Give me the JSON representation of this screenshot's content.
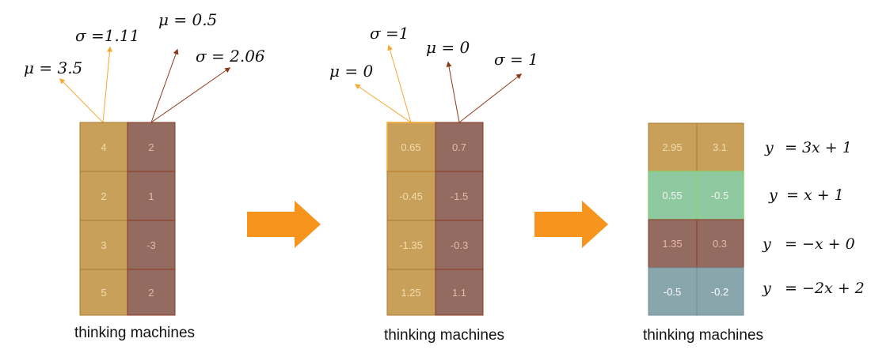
{
  "colors": {
    "tan": "#c9a05a",
    "tan_border": "#a8782e",
    "brown": "#936b60",
    "brown_border": "#8c3a20",
    "green": "#8fc9a0",
    "green_border": "#88d07a",
    "slate": "#8aa6ad",
    "slate_border": "#6d8e96",
    "arrow": "#f7941d",
    "orange_line": "#f7a832",
    "brown_line": "#8c3a1a",
    "cell_text_tan": "#f2dcb0",
    "cell_text_brown": "#e8b9a6",
    "cell_text_green": "#f2f2f2",
    "cell_text_slate": "#ffffff"
  },
  "panel1": {
    "labels": {
      "mu_left": "μ = 3.5",
      "sigma_left": "σ =1.11",
      "mu_right": "μ = 0.5",
      "sigma_right": "σ = 2.06"
    },
    "col_a": [
      "4",
      "2",
      "3",
      "5"
    ],
    "col_b": [
      "2",
      "1",
      "-3",
      "2"
    ],
    "caption": "thinking machines"
  },
  "panel2": {
    "labels": {
      "mu_left": "μ = 0",
      "sigma_left": "σ =1",
      "mu_right": "μ = 0",
      "sigma_right": "σ = 1"
    },
    "col_a": [
      "0.65",
      "-0.45",
      "-1.35",
      "1.25"
    ],
    "col_b": [
      "0.7",
      "-1.5",
      "-0.3",
      "1.1"
    ],
    "caption": "thinking machines"
  },
  "panel3": {
    "rows": [
      {
        "a": "2.95",
        "b": "3.1",
        "eq_lhs": "y",
        "eq_rhs": "= 3x + 1",
        "color": "tan"
      },
      {
        "a": "0.55",
        "b": "-0.5",
        "eq_lhs": "y",
        "eq_rhs": "= x + 1",
        "color": "green"
      },
      {
        "a": "1.35",
        "b": "0.3",
        "eq_lhs": "y",
        "eq_rhs": "= −x + 0",
        "color": "brown"
      },
      {
        "a": "-0.5",
        "b": "-0.2",
        "eq_lhs": "y",
        "eq_rhs": "= −2x + 2",
        "color": "slate"
      }
    ],
    "caption": "thinking machines"
  }
}
